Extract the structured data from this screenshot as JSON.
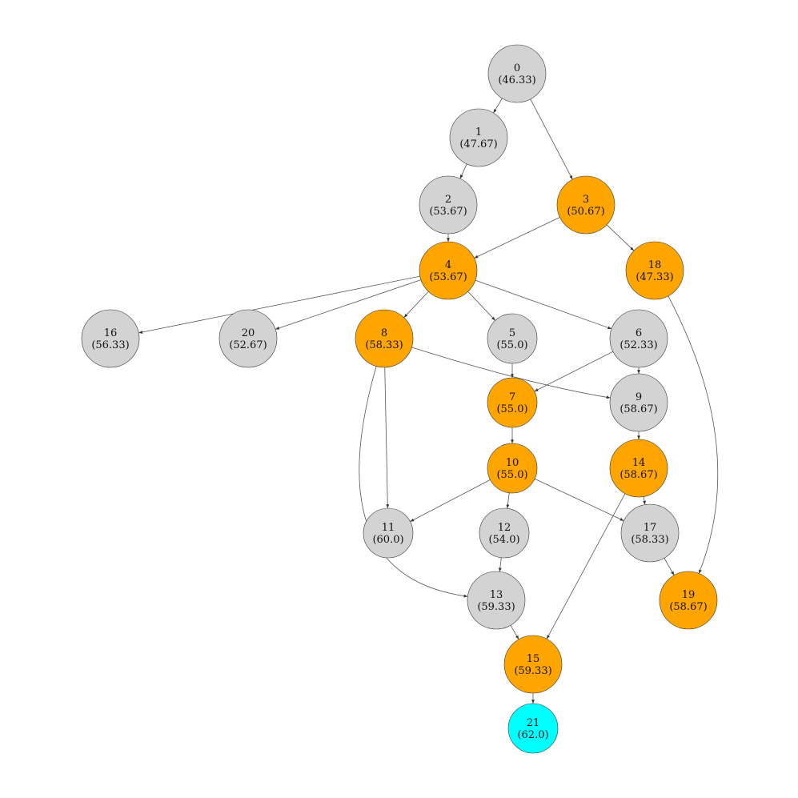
{
  "colors": {
    "default": "#d3d3d3",
    "orange": "#ffa500",
    "cyan": "#00ffff",
    "edge": "#555555"
  },
  "nodes": [
    {
      "id": "0",
      "value": "(46.33)",
      "color": "default"
    },
    {
      "id": "1",
      "value": "(47.67)",
      "color": "default"
    },
    {
      "id": "2",
      "value": "(53.67)",
      "color": "default"
    },
    {
      "id": "3",
      "value": "(50.67)",
      "color": "orange"
    },
    {
      "id": "4",
      "value": "(53.67)",
      "color": "orange"
    },
    {
      "id": "5",
      "value": "(55.0)",
      "color": "default"
    },
    {
      "id": "6",
      "value": "(52.33)",
      "color": "default"
    },
    {
      "id": "7",
      "value": "(55.0)",
      "color": "orange"
    },
    {
      "id": "8",
      "value": "(58.33)",
      "color": "orange"
    },
    {
      "id": "9",
      "value": "(58.67)",
      "color": "default"
    },
    {
      "id": "10",
      "value": "(55.0)",
      "color": "orange"
    },
    {
      "id": "11",
      "value": "(60.0)",
      "color": "default"
    },
    {
      "id": "12",
      "value": "(54.0)",
      "color": "default"
    },
    {
      "id": "13",
      "value": "(59.33)",
      "color": "default"
    },
    {
      "id": "14",
      "value": "(58.67)",
      "color": "orange"
    },
    {
      "id": "15",
      "value": "(59.33)",
      "color": "orange"
    },
    {
      "id": "16",
      "value": "(56.33)",
      "color": "default"
    },
    {
      "id": "17",
      "value": "(58.33)",
      "color": "default"
    },
    {
      "id": "18",
      "value": "(47.33)",
      "color": "orange"
    },
    {
      "id": "19",
      "value": "(58.67)",
      "color": "orange"
    },
    {
      "id": "20",
      "value": "(52.67)",
      "color": "default"
    },
    {
      "id": "21",
      "value": "(62.0)",
      "color": "cyan"
    }
  ],
  "edges": [
    {
      "from": "0",
      "to": "1"
    },
    {
      "from": "0",
      "to": "3"
    },
    {
      "from": "1",
      "to": "2"
    },
    {
      "from": "2",
      "to": "4"
    },
    {
      "from": "3",
      "to": "4"
    },
    {
      "from": "3",
      "to": "18"
    },
    {
      "from": "4",
      "to": "16"
    },
    {
      "from": "4",
      "to": "20"
    },
    {
      "from": "4",
      "to": "8"
    },
    {
      "from": "4",
      "to": "5"
    },
    {
      "from": "4",
      "to": "6"
    },
    {
      "from": "5",
      "to": "7"
    },
    {
      "from": "6",
      "to": "7"
    },
    {
      "from": "6",
      "to": "9"
    },
    {
      "from": "8",
      "to": "9"
    },
    {
      "from": "8",
      "to": "11"
    },
    {
      "from": "8",
      "to": "13"
    },
    {
      "from": "7",
      "to": "10"
    },
    {
      "from": "9",
      "to": "14"
    },
    {
      "from": "10",
      "to": "11"
    },
    {
      "from": "10",
      "to": "12"
    },
    {
      "from": "10",
      "to": "17"
    },
    {
      "from": "14",
      "to": "17"
    },
    {
      "from": "14",
      "to": "15"
    },
    {
      "from": "12",
      "to": "13"
    },
    {
      "from": "13",
      "to": "15"
    },
    {
      "from": "17",
      "to": "19"
    },
    {
      "from": "18",
      "to": "19"
    },
    {
      "from": "15",
      "to": "21"
    }
  ]
}
